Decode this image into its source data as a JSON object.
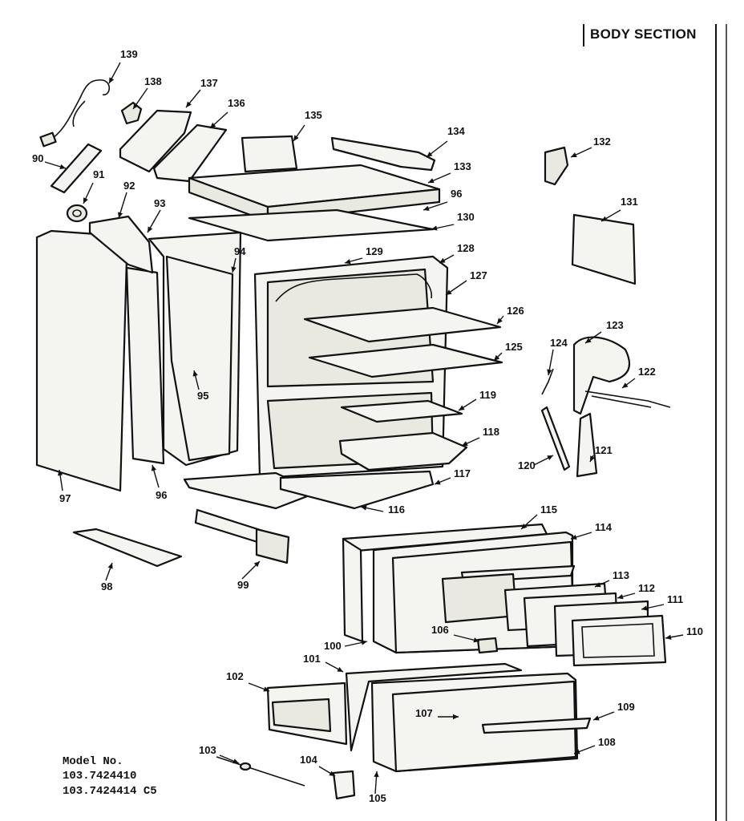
{
  "section_title": "BODY SECTION",
  "model": {
    "heading": "Model No.",
    "numbers": [
      "103.7424410",
      "103.7424414 C5"
    ]
  },
  "callouts": [
    "139",
    "138",
    "137",
    "136",
    "135",
    "134",
    "133",
    "96",
    "130",
    "132",
    "131",
    "90",
    "91",
    "92",
    "93",
    "94",
    "129",
    "128",
    "127",
    "126",
    "125",
    "124",
    "123",
    "122",
    "95",
    "119",
    "118",
    "117",
    "116",
    "121",
    "120",
    "97",
    "96",
    "115",
    "114",
    "98",
    "99",
    "113",
    "112",
    "111",
    "110",
    "106",
    "100",
    "101",
    "102",
    "107",
    "109",
    "108",
    "103",
    "104",
    "105"
  ]
}
